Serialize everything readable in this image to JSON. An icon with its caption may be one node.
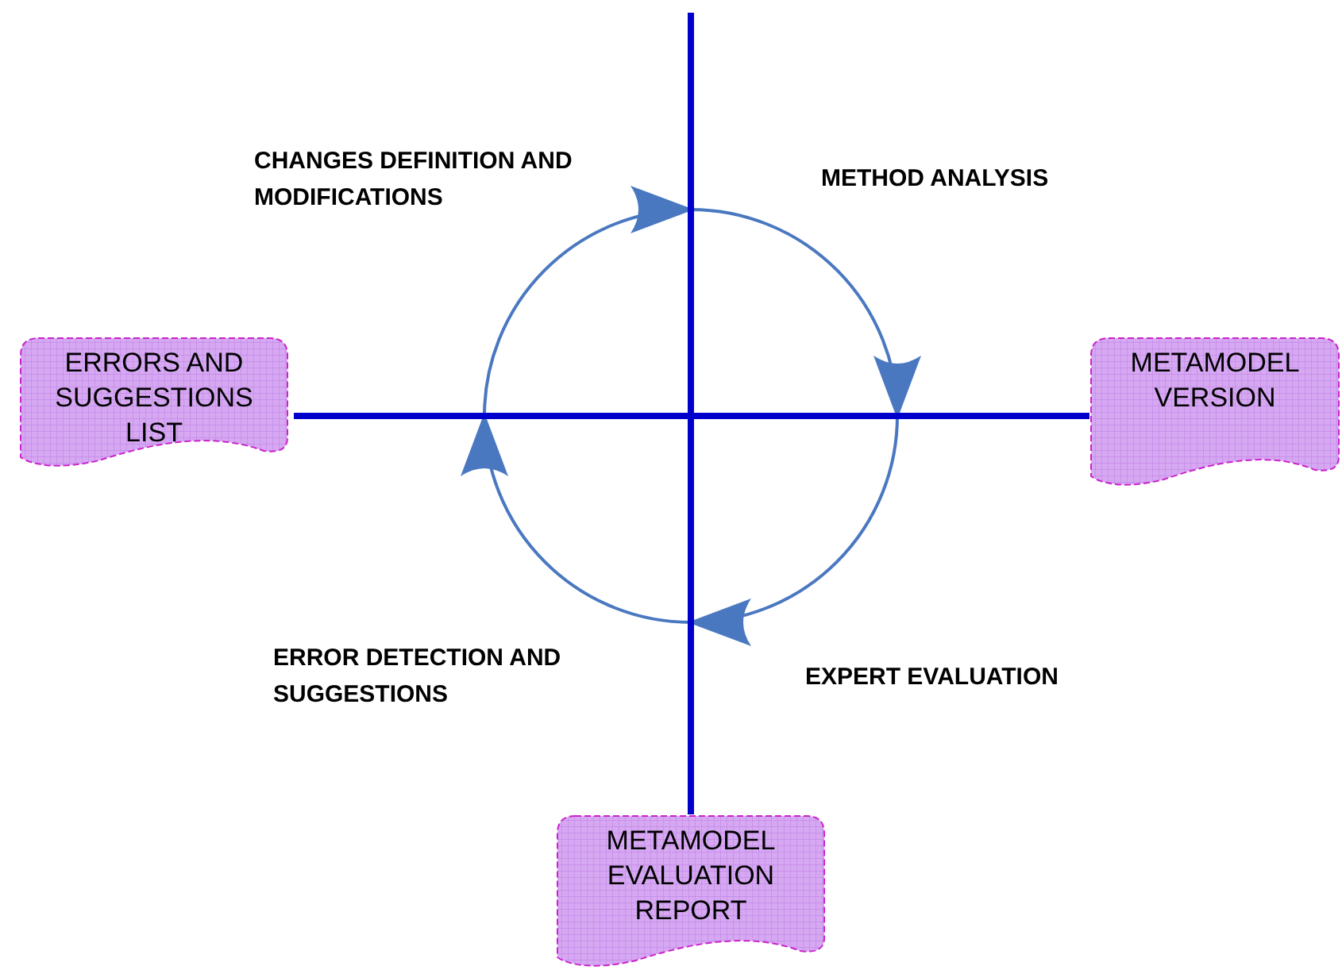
{
  "diagram": {
    "nodes": [
      {
        "text": [
          "ERRORS AND SUGGESTIONS LIST"
        ]
      },
      {
        "text": [
          "METAMODEL VERSION"
        ]
      },
      {
        "text": [
          "METAMODEL EVALUATION REPORT"
        ]
      }
    ],
    "edges": [
      {
        "from": 0,
        "to": 1,
        "arrow": "none"
      },
      {
        "from": null,
        "to": 2,
        "arrow": "none"
      }
    ],
    "labels": [
      "CHANGES DEFINITION AND MODIFICATIONS",
      "METHOD ANALYSIS",
      "ERROR DETECTION AND SUGGESTIONS",
      "EXPERT EVALUATION"
    ]
  }
}
